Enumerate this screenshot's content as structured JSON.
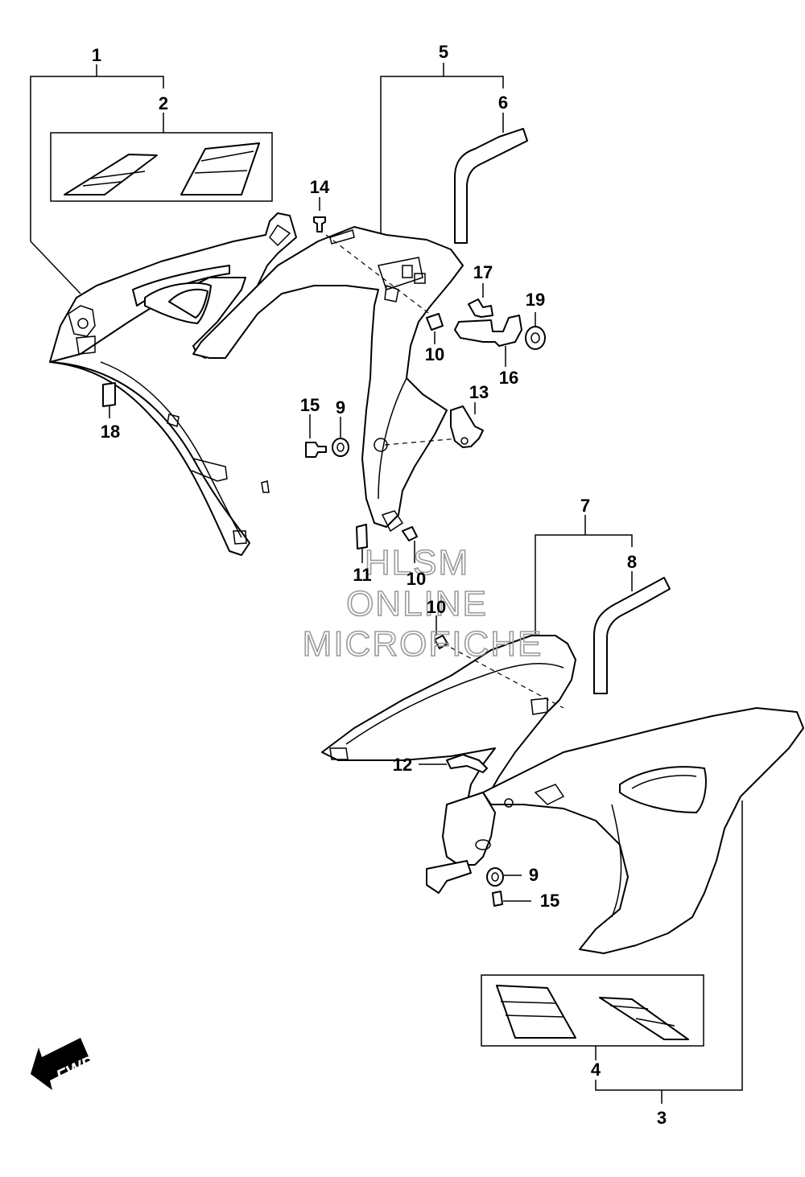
{
  "callouts": {
    "c1": "1",
    "c2": "2",
    "c3": "3",
    "c4": "4",
    "c5": "5",
    "c6": "6",
    "c7": "7",
    "c8": "8",
    "c9a": "9",
    "c9b": "9",
    "c10a": "10",
    "c10b": "10",
    "c10c": "10",
    "c11": "11",
    "c12": "12",
    "c13": "13",
    "c14": "14",
    "c15a": "15",
    "c15b": "15",
    "c16": "16",
    "c17": "17",
    "c18": "18",
    "c19": "19"
  },
  "watermark": {
    "line1": "HLSM",
    "line2": "ONLINE",
    "line3": "MICROFICHE"
  },
  "fwd_label": "FWD"
}
